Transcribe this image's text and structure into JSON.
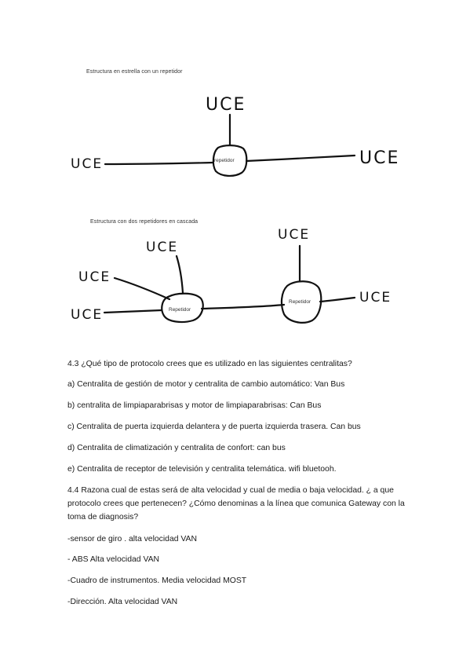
{
  "diagram1": {
    "caption": "Estructura en estrella con un repetidor",
    "node_top": "UCE",
    "node_left": "UCE",
    "node_right": "UCE",
    "repeater": "repetidor"
  },
  "diagram2": {
    "caption": "Estructura con dos repetidores en cascada",
    "node_a": "UCE",
    "node_b": "UCE",
    "node_c": "UCE",
    "node_d": "UCE",
    "node_e": "UCE",
    "repeater1": "Repetidor",
    "repeater2": "Repetidor"
  },
  "section_4_3": {
    "question": "4.3 ¿Qué tipo de protocolo crees que es utilizado en las siguientes centralitas?",
    "a": "a) Centralita de gestión de motor y centralita de cambio automático: Van Bus",
    "b": "b) centralita de limpiaparabrisas y motor de limpiaparabrisas: Can Bus",
    "c": "c) Centralita de puerta izquierda delantera y de puerta izquierda trasera. Can bus",
    "d": "d) Centralita de climatización y centralita de confort: can bus",
    "e": "e) Centralita de receptor de televisión y centralita telemática.  wifi bluetooh."
  },
  "section_4_4": {
    "question": "4.4 Razona cual de estas será de alta velocidad y cual de media o baja velocidad. ¿ a que protocolo crees que pertenecen? ¿Cómo denominas a la línea que comunica Gateway con la toma de diagnosis?",
    "item1": "-sensor de giro .  alta velocidad VAN",
    "item2": "- ABS Alta velocidad VAN",
    "item3": "-Cuadro de instrumentos. Media velocidad MOST",
    "item4": "-Dirección. Alta velocidad VAN"
  }
}
